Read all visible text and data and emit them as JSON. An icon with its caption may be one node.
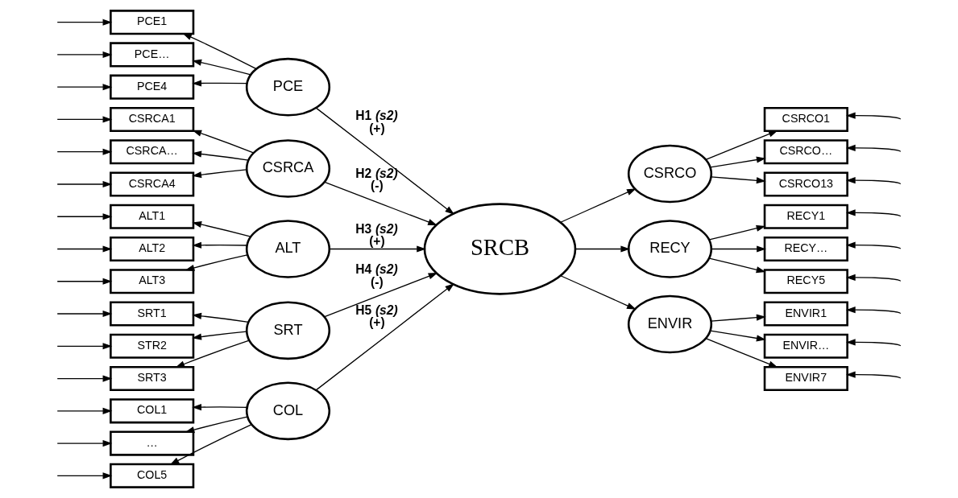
{
  "diagram": {
    "nodes": [
      {
        "text": [
          "PCE"
        ]
      },
      {
        "text": [
          "PCE1"
        ]
      },
      {
        "text": [
          "PCE…"
        ]
      },
      {
        "text": [
          "PCE4"
        ]
      },
      {
        "text": [
          "CSRCA"
        ]
      },
      {
        "text": [
          "CSRCA1"
        ]
      },
      {
        "text": [
          "CSRCA…"
        ]
      },
      {
        "text": [
          "CSRCA4"
        ]
      },
      {
        "text": [
          "ALT"
        ]
      },
      {
        "text": [
          "ALT1"
        ]
      },
      {
        "text": [
          "ALT2"
        ]
      },
      {
        "text": [
          "ALT3"
        ]
      },
      {
        "text": [
          "SRT"
        ]
      },
      {
        "text": [
          "SRT1"
        ]
      },
      {
        "text": [
          "STR2"
        ]
      },
      {
        "text": [
          "SRT3"
        ]
      },
      {
        "text": [
          "COL"
        ]
      },
      {
        "text": [
          "COL1"
        ]
      },
      {
        "text": [
          "…"
        ]
      },
      {
        "text": [
          "COL5"
        ]
      },
      {
        "text": [
          "SRCB"
        ]
      },
      {
        "text": [
          "CSRCO"
        ]
      },
      {
        "text": [
          "CSRCO1"
        ]
      },
      {
        "text": [
          "CSRCO…"
        ]
      },
      {
        "text": [
          "CSRCO13"
        ]
      },
      {
        "text": [
          "RECY"
        ]
      },
      {
        "text": [
          "RECY1"
        ]
      },
      {
        "text": [
          "RECY…"
        ]
      },
      {
        "text": [
          "RECY5"
        ]
      },
      {
        "text": [
          "ENVIR"
        ]
      },
      {
        "text": [
          "ENVIR1"
        ]
      },
      {
        "text": [
          "ENVIR…"
        ]
      },
      {
        "text": [
          "ENVIR7"
        ]
      }
    ],
    "edges": [
      {
        "from": 0,
        "to": 1,
        "arrow": "to"
      },
      {
        "from": 0,
        "to": 2,
        "arrow": "to"
      },
      {
        "from": 0,
        "to": 3,
        "arrow": "to"
      },
      {
        "from": null,
        "to": 1,
        "arrow": "to"
      },
      {
        "from": null,
        "to": 2,
        "arrow": "to"
      },
      {
        "from": null,
        "to": 3,
        "arrow": "to"
      },
      {
        "from": 4,
        "to": 5,
        "arrow": "to"
      },
      {
        "from": 4,
        "to": 6,
        "arrow": "to"
      },
      {
        "from": 4,
        "to": 7,
        "arrow": "to"
      },
      {
        "from": null,
        "to": 5,
        "arrow": "to"
      },
      {
        "from": null,
        "to": 6,
        "arrow": "to"
      },
      {
        "from": null,
        "to": 7,
        "arrow": "to"
      },
      {
        "from": 8,
        "to": 9,
        "arrow": "to"
      },
      {
        "from": 8,
        "to": 10,
        "arrow": "to"
      },
      {
        "from": 8,
        "to": 11,
        "arrow": "to"
      },
      {
        "from": null,
        "to": 9,
        "arrow": "to"
      },
      {
        "from": null,
        "to": 10,
        "arrow": "to"
      },
      {
        "from": null,
        "to": 11,
        "arrow": "to"
      },
      {
        "from": 12,
        "to": 13,
        "arrow": "to"
      },
      {
        "from": 12,
        "to": 14,
        "arrow": "to"
      },
      {
        "from": 12,
        "to": 15,
        "arrow": "to"
      },
      {
        "from": null,
        "to": 13,
        "arrow": "to"
      },
      {
        "from": null,
        "to": 14,
        "arrow": "to"
      },
      {
        "from": null,
        "to": 15,
        "arrow": "to"
      },
      {
        "from": 16,
        "to": 17,
        "arrow": "to"
      },
      {
        "from": 16,
        "to": 18,
        "arrow": "to"
      },
      {
        "from": 16,
        "to": 19,
        "arrow": "to"
      },
      {
        "from": null,
        "to": 17,
        "arrow": "to"
      },
      {
        "from": null,
        "to": 18,
        "arrow": "to"
      },
      {
        "from": null,
        "to": 19,
        "arrow": "to"
      },
      {
        "from": 0,
        "to": 20,
        "arrow": "to",
        "label": "H1 *(s2)* (+)"
      },
      {
        "from": 4,
        "to": 20,
        "arrow": "to",
        "label": "H2 *(s2)* (-)"
      },
      {
        "from": 8,
        "to": 20,
        "arrow": "to",
        "label": "H3 *(s2)* (+)"
      },
      {
        "from": 12,
        "to": 20,
        "arrow": "to",
        "label": "H4 *(s2)* (-)"
      },
      {
        "from": 16,
        "to": 20,
        "arrow": "to",
        "label": "H5 *(s2)* (+)"
      },
      {
        "from": 20,
        "to": 21,
        "arrow": "to"
      },
      {
        "from": 20,
        "to": 25,
        "arrow": "to"
      },
      {
        "from": 20,
        "to": 29,
        "arrow": "to"
      },
      {
        "from": 21,
        "to": 22,
        "arrow": "to"
      },
      {
        "from": 21,
        "to": 23,
        "arrow": "to"
      },
      {
        "from": 21,
        "to": 24,
        "arrow": "to"
      },
      {
        "from": null,
        "to": 22,
        "arrow": "to"
      },
      {
        "from": null,
        "to": 23,
        "arrow": "to"
      },
      {
        "from": null,
        "to": 24,
        "arrow": "to"
      },
      {
        "from": 25,
        "to": 26,
        "arrow": "to"
      },
      {
        "from": 25,
        "to": 27,
        "arrow": "to"
      },
      {
        "from": 25,
        "to": 28,
        "arrow": "to"
      },
      {
        "from": null,
        "to": 26,
        "arrow": "to"
      },
      {
        "from": null,
        "to": 27,
        "arrow": "to"
      },
      {
        "from": null,
        "to": 28,
        "arrow": "to"
      },
      {
        "from": 29,
        "to": 30,
        "arrow": "to"
      },
      {
        "from": 29,
        "to": 31,
        "arrow": "to"
      },
      {
        "from": 29,
        "to": 32,
        "arrow": "to"
      },
      {
        "from": null,
        "to": 30,
        "arrow": "to"
      },
      {
        "from": null,
        "to": 31,
        "arrow": "to"
      },
      {
        "from": null,
        "to": 32,
        "arrow": "to"
      }
    ]
  }
}
